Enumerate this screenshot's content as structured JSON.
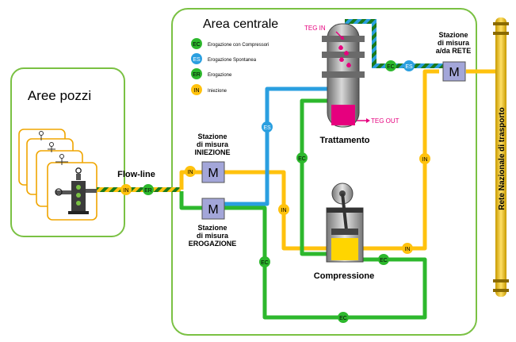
{
  "colors": {
    "green_border": "#7ac143",
    "green_pipe": "#2db82d",
    "blue_pipe": "#2a9fe0",
    "yellow_pipe": "#ffc20e",
    "teg_magenta": "#e6007e",
    "meter_fill": "#a3a6d9",
    "station_border": "#f0a500",
    "rail_yellow": "#ffd200"
  },
  "labels": {
    "aree_pozzi": "Aree pozzi",
    "area_centrale": "Area centrale",
    "flow_line": "Flow-line",
    "teg_in": "TEG IN",
    "teg_out": "TEG OUT",
    "trattamento": "Trattamento",
    "compressione": "Compressione",
    "stazione_rete": [
      "Stazione",
      "di misura",
      "a/da RETE"
    ],
    "stazione_iniezione": [
      "Stazione",
      "di misura",
      "INIEZIONE"
    ],
    "stazione_erogazione": [
      "Stazione",
      "di misura",
      "EROGAZIONE"
    ],
    "rete_nazionale": "Rete Nazionale di trasporto",
    "meter_symbol": "M"
  },
  "legend": [
    {
      "code": "EC",
      "text": "Erogazione  con Compressori",
      "color": "#2db82d"
    },
    {
      "code": "ES",
      "text": "Erogazione  Spontanea",
      "color": "#2a9fe0"
    },
    {
      "code": "ER",
      "text": "Erogazione",
      "color": "#2db82d"
    },
    {
      "code": "IN",
      "text": "Iniezione",
      "color": "#ffc20e"
    }
  ],
  "badges": {
    "ec": "EC",
    "es": "ES",
    "er": "ER",
    "in": "IN"
  }
}
